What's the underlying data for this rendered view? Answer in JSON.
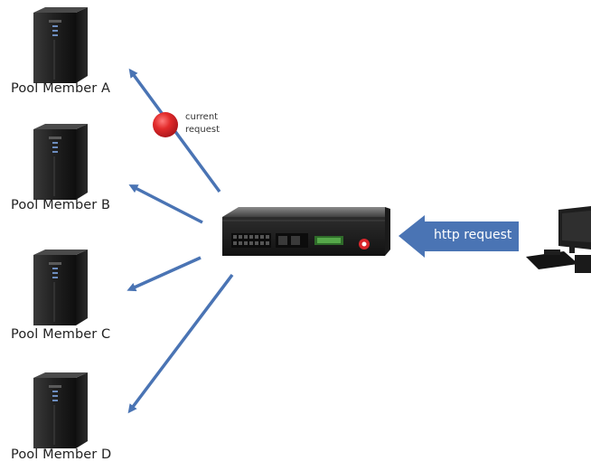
{
  "pool_members": [
    {
      "label": "Pool Member A",
      "icon": "server-tower-icon"
    },
    {
      "label": "Pool Member B",
      "icon": "server-tower-icon"
    },
    {
      "label": "Pool Member C",
      "icon": "server-tower-icon"
    },
    {
      "label": "Pool Member D",
      "icon": "server-tower-icon"
    }
  ],
  "current_request": {
    "line1": "current",
    "line2": "request",
    "color": "#d9262b"
  },
  "http_request": {
    "label": "http request",
    "color": "#4a74b4"
  },
  "load_balancer": {
    "icon": "load-balancer-appliance-icon"
  },
  "client": {
    "icon": "desktop-computer-icon"
  },
  "colors": {
    "arrow": "#4a74b4",
    "server_body": "#1a1a1a"
  }
}
